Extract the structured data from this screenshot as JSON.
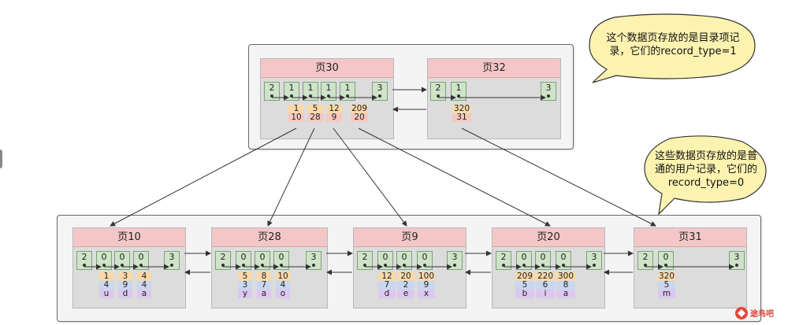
{
  "upper_pages": [
    {
      "label": "页30",
      "dirs": [
        "2",
        "1",
        "1",
        "1",
        "1",
        "3"
      ],
      "records": [
        [
          "1",
          "10"
        ],
        [
          "5",
          "28"
        ],
        [
          "12",
          "9"
        ],
        [
          "209",
          "20"
        ]
      ]
    },
    {
      "label": "页32",
      "dirs": [
        "2",
        "1",
        "3"
      ],
      "records": [
        [
          "320",
          "31"
        ]
      ]
    }
  ],
  "lower_pages": [
    {
      "label": "页10",
      "dirs": [
        "2",
        "0",
        "0",
        "0",
        "3"
      ],
      "records": [
        [
          "1",
          "4",
          "u"
        ],
        [
          "3",
          "9",
          "d"
        ],
        [
          "4",
          "4",
          "a"
        ]
      ]
    },
    {
      "label": "页28",
      "dirs": [
        "2",
        "0",
        "0",
        "0",
        "3"
      ],
      "records": [
        [
          "5",
          "3",
          "y"
        ],
        [
          "8",
          "7",
          "a"
        ],
        [
          "10",
          "4",
          "o"
        ]
      ]
    },
    {
      "label": "页9",
      "dirs": [
        "2",
        "0",
        "0",
        "0",
        "3"
      ],
      "records": [
        [
          "12",
          "7",
          "d"
        ],
        [
          "20",
          "2",
          "e"
        ],
        [
          "100",
          "9",
          "x"
        ]
      ]
    },
    {
      "label": "页20",
      "dirs": [
        "2",
        "0",
        "0",
        "0",
        "3"
      ],
      "records": [
        [
          "209",
          "5",
          "b"
        ],
        [
          "220",
          "6",
          "i"
        ],
        [
          "300",
          "8",
          "a"
        ]
      ]
    },
    {
      "label": "页31",
      "dirs": [
        "2",
        "0",
        "3"
      ],
      "records": [
        [
          "320",
          "5",
          "m"
        ]
      ]
    }
  ],
  "callouts": {
    "top": [
      "这个数据页存放的是目录项记",
      "录，它们的record_type=1"
    ],
    "bottom": [
      "这些数据页存放的是普",
      "通的用户记录，它们的",
      "record_type=0"
    ]
  },
  "watermark": "途鸟吧",
  "colors": {
    "page_header": "#f3c7c7",
    "page_body": "#dcdcdc",
    "slot_cell": "#cfe3c8",
    "key_orange": "#f9d9a9",
    "key_pink": "#f5c8c2",
    "val_blue": "#c9d7f0",
    "val_purple": "#dcc8ee",
    "bubble": "#fdf3b0"
  }
}
